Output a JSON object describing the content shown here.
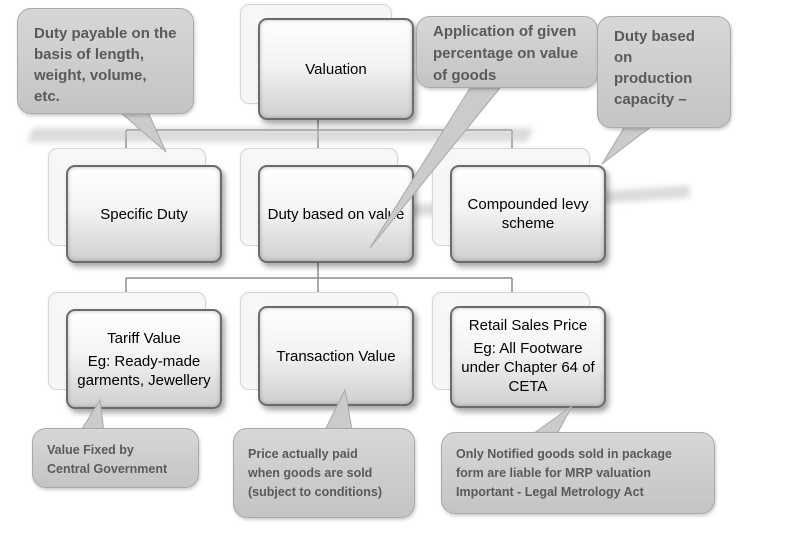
{
  "nodes": {
    "valuation": "Valuation",
    "specific_duty": "Specific Duty",
    "duty_on_value": "Duty based on value",
    "compounded_levy": "Compounded levy scheme",
    "tariff_value": {
      "title": "Tariff Value",
      "example": "Eg: Ready-made garments, Jewellery"
    },
    "transaction_value": "Transaction Value",
    "retail_sales_price": {
      "title": "Retail Sales Price",
      "example": "Eg: All Footware under Chapter 64 of CETA"
    }
  },
  "callouts": {
    "specific_duty_note": "Duty payable on the\nbasis of length,\nweight, volume,\netc.",
    "value_note": "Application of given\npercentage on value\nof goods",
    "capacity_note": "Duty based\non\nproduction\ncapacity –",
    "tariff_note": "Value Fixed by\nCentral Government",
    "transaction_note": "Price actually paid\nwhen goods are sold\n(subject to conditions)",
    "rsp_note": "Only Notified goods sold in package\nform are liable for MRP valuation\nImportant - Legal Metrology Act"
  },
  "colors": {
    "connector": "#8c8c8c",
    "callout_fill": "#cbcbcb",
    "callout_text": "#5a5a5a",
    "box_border": "#6b6b6b"
  }
}
